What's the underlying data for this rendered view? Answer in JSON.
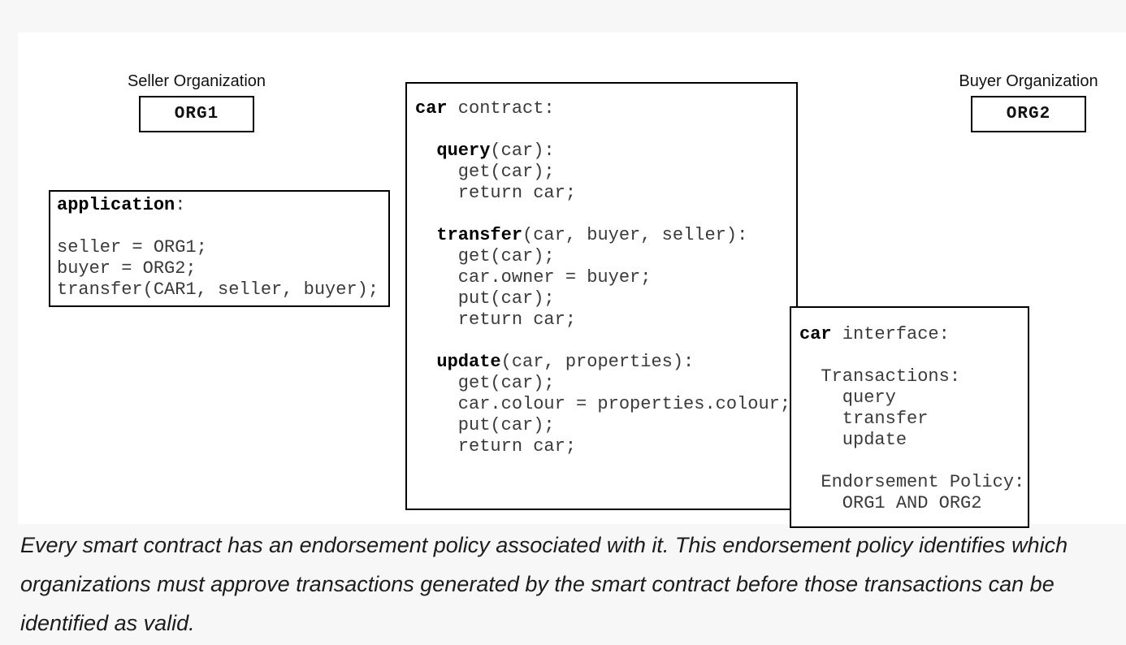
{
  "diagram": {
    "seller": {
      "label": "Seller Organization",
      "org": "ORG1"
    },
    "buyer": {
      "label": "Buyer Organization",
      "org": "ORG2"
    },
    "application": {
      "lines": [
        [
          {
            "t": "application",
            "b": true
          },
          {
            "t": ":"
          }
        ],
        [],
        [
          {
            "t": "seller = ORG1;"
          }
        ],
        [
          {
            "t": "buyer = ORG2;"
          }
        ],
        [
          {
            "t": "transfer(CAR1, seller, buyer);"
          }
        ]
      ]
    },
    "contract": {
      "lines": [
        [
          {
            "t": "car",
            "b": true
          },
          {
            "t": " contract:"
          }
        ],
        [],
        [
          {
            "t": "  "
          },
          {
            "t": "query",
            "b": true
          },
          {
            "t": "(car):"
          }
        ],
        [
          {
            "t": "    get(car);"
          }
        ],
        [
          {
            "t": "    return car;"
          }
        ],
        [],
        [
          {
            "t": "  "
          },
          {
            "t": "transfer",
            "b": true
          },
          {
            "t": "(car, buyer, seller):"
          }
        ],
        [
          {
            "t": "    get(car);"
          }
        ],
        [
          {
            "t": "    car.owner = buyer;"
          }
        ],
        [
          {
            "t": "    put(car);"
          }
        ],
        [
          {
            "t": "    return car;"
          }
        ],
        [],
        [
          {
            "t": "  "
          },
          {
            "t": "update",
            "b": true
          },
          {
            "t": "(car, properties):"
          }
        ],
        [
          {
            "t": "    get(car);"
          }
        ],
        [
          {
            "t": "    car.colour = properties.colour;"
          }
        ],
        [
          {
            "t": "    put(car);"
          }
        ],
        [
          {
            "t": "    return car;"
          }
        ]
      ]
    },
    "interface": {
      "lines": [
        [
          {
            "t": "car",
            "b": true
          },
          {
            "t": " interface:"
          }
        ],
        [],
        [
          {
            "t": "  Transactions:"
          }
        ],
        [
          {
            "t": "    query"
          }
        ],
        [
          {
            "t": "    transfer"
          }
        ],
        [
          {
            "t": "    update"
          }
        ],
        [],
        [
          {
            "t": "  Endorsement Policy:"
          }
        ],
        [
          {
            "t": "    ORG1 AND ORG2"
          }
        ]
      ]
    }
  },
  "caption": {
    "text": "Every smart contract has an endorsement policy associated with it. This endorsement policy identifies which organizations must approve transactions generated by the smart contract before those transactions can be identified as valid."
  },
  "colors": {
    "page_bg": "#f7f7f7",
    "panel_bg": "#ffffff",
    "border": "#000000",
    "code_text": "#3a3a3a",
    "code_bold": "#000000"
  }
}
